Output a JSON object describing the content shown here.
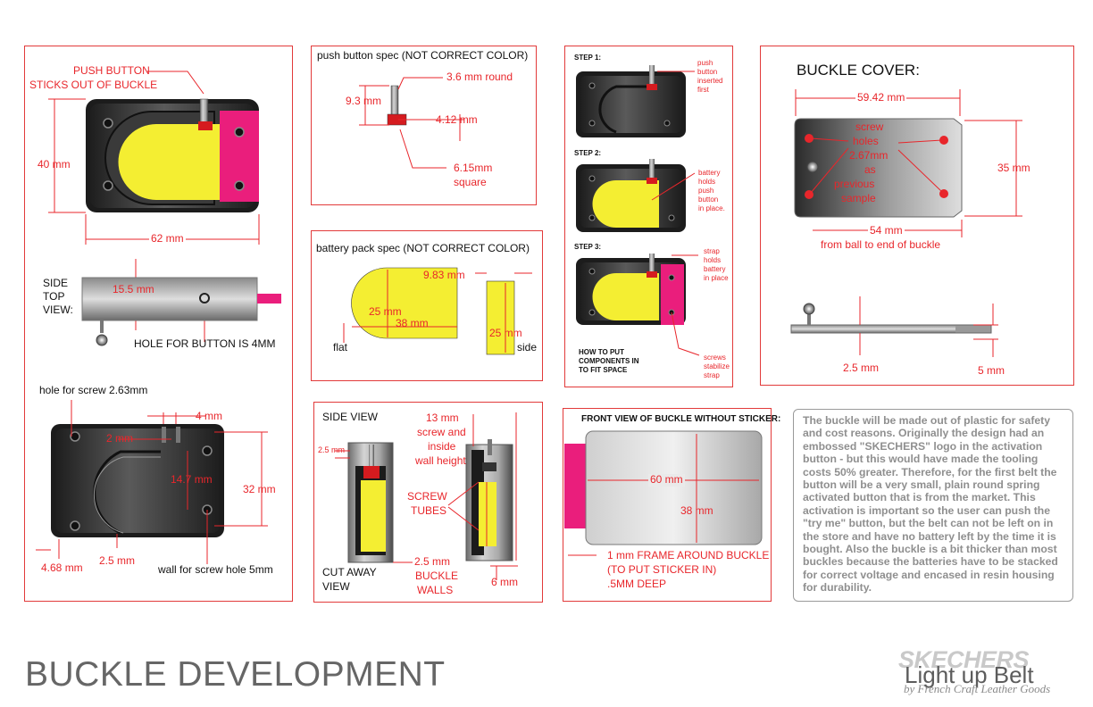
{
  "colors": {
    "accent": "#e8262b",
    "battery": "#f4ee32",
    "strap": "#ea1e7c",
    "body_dark": "#2b2b2b",
    "note_text": "#8f8f8f"
  },
  "panel1": {
    "push_label_1": "PUSH BUTTON",
    "push_label_2": "STICKS OUT OF BUCKLE",
    "dim_40": "40 mm",
    "dim_62": "62 mm",
    "side_1": "SIDE",
    "side_2": "TOP",
    "side_3": "VIEW:",
    "dim_15_5": "15.5 mm",
    "hole_note": "HOLE FOR BUTTON IS 4MM",
    "screw_hole": "hole for screw 2.63mm",
    "dim_4": "4 mm",
    "dim_2": "2 mm",
    "dim_14_7": "14.7 mm",
    "dim_32": "32 mm",
    "dim_4_68": "4.68 mm",
    "dim_2_5": "2.5 mm",
    "wall_note": "wall for screw hole 5mm"
  },
  "panel2": {
    "title": "push button spec (NOT CORRECT COLOR)",
    "dim_3_6": "3.6 mm round",
    "dim_9_3": "9.3 mm",
    "dim_4_12": "4.12 mm",
    "dim_6_15a": "6.15mm",
    "dim_6_15b": "square"
  },
  "panel3": {
    "title": "battery pack spec (NOT CORRECT COLOR)",
    "dim_9_83": "9.83 mm",
    "dim_25a": "25 mm",
    "dim_38": "38 mm",
    "dim_25b": "25 mm",
    "flat": "flat",
    "side": "side"
  },
  "panel4": {
    "side_view": "SIDE VIEW",
    "dim_2_5": "2.5 mm",
    "note_13a": "13 mm",
    "note_13b": "screw and",
    "note_13c": "inside",
    "note_13d": "wall height",
    "screw_a": "SCREW",
    "screw_b": "TUBES",
    "cut_a": "CUT AWAY",
    "cut_b": "VIEW",
    "walls_a": "2.5 mm",
    "walls_b": "BUCKLE",
    "walls_c": "WALLS",
    "dim_6": "6 mm"
  },
  "panel5": {
    "step1": "STEP 1:",
    "step1_n1": "push",
    "step1_n2": "button",
    "step1_n3": "inserted",
    "step1_n4": "first",
    "step2": "STEP 2:",
    "step2_n1": "battery",
    "step2_n2": "holds",
    "step2_n3": "push",
    "step2_n4": "button",
    "step2_n5": "in place.",
    "step3": "STEP 3:",
    "step3_n1": "strap",
    "step3_n2": "holds",
    "step3_n3": "battery",
    "step3_n4": "in place",
    "howto_1": "HOW TO PUT",
    "howto_2": "COMPONENTS IN",
    "howto_3": "TO FIT SPACE",
    "screws_1": "screws",
    "screws_2": "stabilize",
    "screws_3": "strap"
  },
  "panel6": {
    "title": "FRONT VIEW OF BUCKLE WITHOUT STICKER:",
    "dim_60": "60 mm",
    "dim_38": "38 mm",
    "frame_1": "1 mm FRAME AROUND BUCKLE",
    "frame_2": "(TO PUT STICKER IN)",
    "frame_3": ".5MM DEEP"
  },
  "panel7": {
    "title": "BUCKLE COVER:",
    "dim_59": "59.42 mm",
    "s1": "screw",
    "s2": "holes",
    "s3": "2.67mm",
    "s4": "as",
    "s5": "previous",
    "s6": "sample",
    "dim_35": "35 mm",
    "dim_54": "54 mm",
    "ball_note": "from ball to end of buckle",
    "dim_2_5": "2.5 mm",
    "dim_5": "5 mm"
  },
  "note": {
    "text": "The buckle will be made out of plastic for safety and cost reasons. Originally the design had an embossed \"SKECHERS\" logo in the activation button - but this would have made the tooling costs 50% greater. Therefore, for the first belt the button will be a very small, plain round spring activated button that is from the market. This activation is important so the user can push the \"try me\" button, but the belt can not be left on in the store and have no battery left by the time it is bought. Also the buckle is a bit thicker than most buckles because the batteries have to be stacked for correct voltage and encased in resin housing for durability."
  },
  "footer": {
    "title": "BUCKLE DEVELOPMENT",
    "logo_brand": "SKECHERS",
    "logo_product": "Light up Belt",
    "logo_maker": "by French Craft Leather Goods"
  }
}
